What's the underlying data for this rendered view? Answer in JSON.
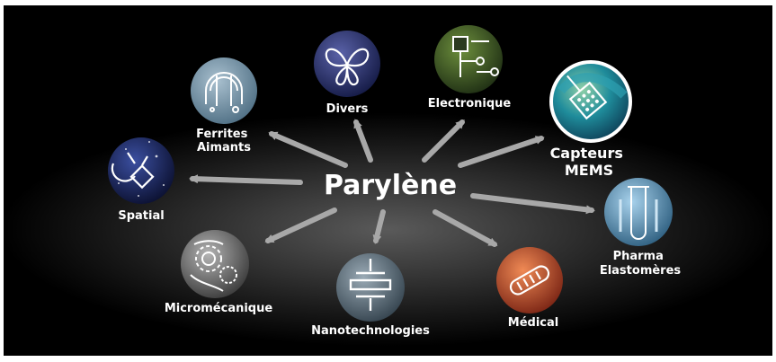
{
  "center": {
    "label": "Parylène"
  },
  "nodes": [
    {
      "id": "ferrites",
      "lines": [
        "Ferrites",
        "Aimants"
      ],
      "icon": "ferrite-icon",
      "color": "#6f8ea3"
    },
    {
      "id": "divers",
      "lines": [
        "Divers"
      ],
      "icon": "butterfly-icon",
      "color": "#2a3470"
    },
    {
      "id": "electronique",
      "lines": [
        "Electronique"
      ],
      "icon": "circuit-icon",
      "color": "#3b5a2a"
    },
    {
      "id": "capteurs",
      "lines": [
        "Capteurs",
        "MEMS"
      ],
      "icon": "sensor-chip-icon",
      "color": "#1d7d8c"
    },
    {
      "id": "spatial",
      "lines": [
        "Spatial"
      ],
      "icon": "satellite-icon",
      "color": "#1a2660"
    },
    {
      "id": "pharma",
      "lines": [
        "Pharma",
        "Elastomères"
      ],
      "icon": "syringe-icon",
      "color": "#4f87a8"
    },
    {
      "id": "micromecanique",
      "lines": [
        "Micromécanique"
      ],
      "icon": "gear-icon",
      "color": "#6a6a6a"
    },
    {
      "id": "nanotechnologies",
      "lines": [
        "Nanotechnologies"
      ],
      "icon": "layers-icon",
      "color": "#5c6f7c"
    },
    {
      "id": "medical",
      "lines": [
        "Médical"
      ],
      "icon": "stent-icon",
      "color": "#b04a2a"
    }
  ]
}
